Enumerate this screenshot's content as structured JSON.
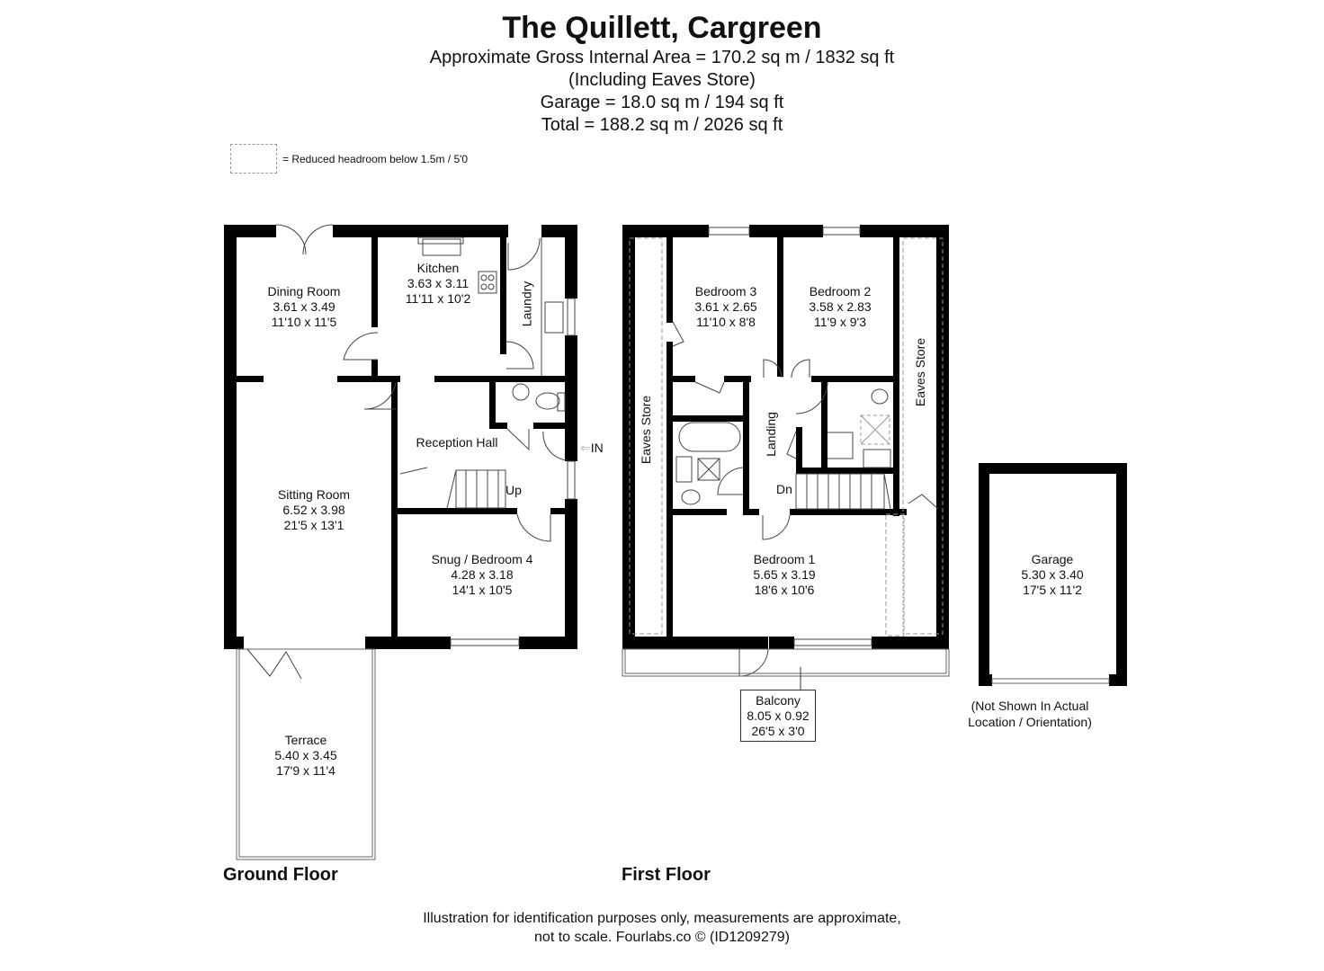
{
  "header": {
    "title": "The Quillett, Cargreen",
    "lines": [
      "Approximate Gross Internal Area = 170.2 sq m / 1832 sq ft",
      "(Including Eaves Store)",
      "Garage = 18.0 sq m / 194 sq ft",
      "Total = 188.2 sq m / 2026 sq ft"
    ]
  },
  "legend": {
    "symbol": "dashed-rectangle",
    "text": "= Reduced headroom below 1.5m / 5'0"
  },
  "floors": {
    "ground": {
      "label": "Ground Floor",
      "rooms": [
        {
          "name": "Dining Room",
          "metric": "3.61 x 3.49",
          "imperial": "11'10 x 11'5"
        },
        {
          "name": "Kitchen",
          "metric": "3.63 x 3.11",
          "imperial": "11'11 x 10'2"
        },
        {
          "name": "Laundry"
        },
        {
          "name": "Reception Hall"
        },
        {
          "name": "Sitting Room",
          "metric": "6.52 x 3.98",
          "imperial": "21'5 x 13'1"
        },
        {
          "name": "Snug / Bedroom 4",
          "metric": "4.28 x 3.18",
          "imperial": "14'1 x 10'5"
        },
        {
          "name": "Terrace",
          "metric": "5.40 x 3.45",
          "imperial": "17'9 x 11'4"
        }
      ],
      "stairs_label": "Up",
      "entrance_label": "IN"
    },
    "first": {
      "label": "First Floor",
      "rooms": [
        {
          "name": "Bedroom 3",
          "metric": "3.61 x 2.65",
          "imperial": "11'10 x 8'8"
        },
        {
          "name": "Bedroom 2",
          "metric": "3.58 x 2.83",
          "imperial": "11'9 x 9'3"
        },
        {
          "name": "Eaves Store"
        },
        {
          "name": "Eaves Store"
        },
        {
          "name": "Landing"
        },
        {
          "name": "Bedroom 1",
          "metric": "5.65 x 3.19",
          "imperial": "18'6 x 10'6"
        },
        {
          "name": "Balcony",
          "metric": "8.05 x 0.92",
          "imperial": "26'5 x 3'0"
        }
      ],
      "stairs_label": "Dn"
    },
    "garage": {
      "name": "Garage",
      "metric": "5.30 x 3.40",
      "imperial": "17'5 x 11'2",
      "note": "(Not Shown In Actual Location / Orientation)"
    }
  },
  "footer": {
    "line1": "Illustration for identification purposes only, measurements are approximate,",
    "line2": "not to scale. Fourlabs.co © (ID1209279)"
  },
  "colors": {
    "wall": "#000000",
    "dashed": "#999999",
    "background": "#ffffff"
  }
}
